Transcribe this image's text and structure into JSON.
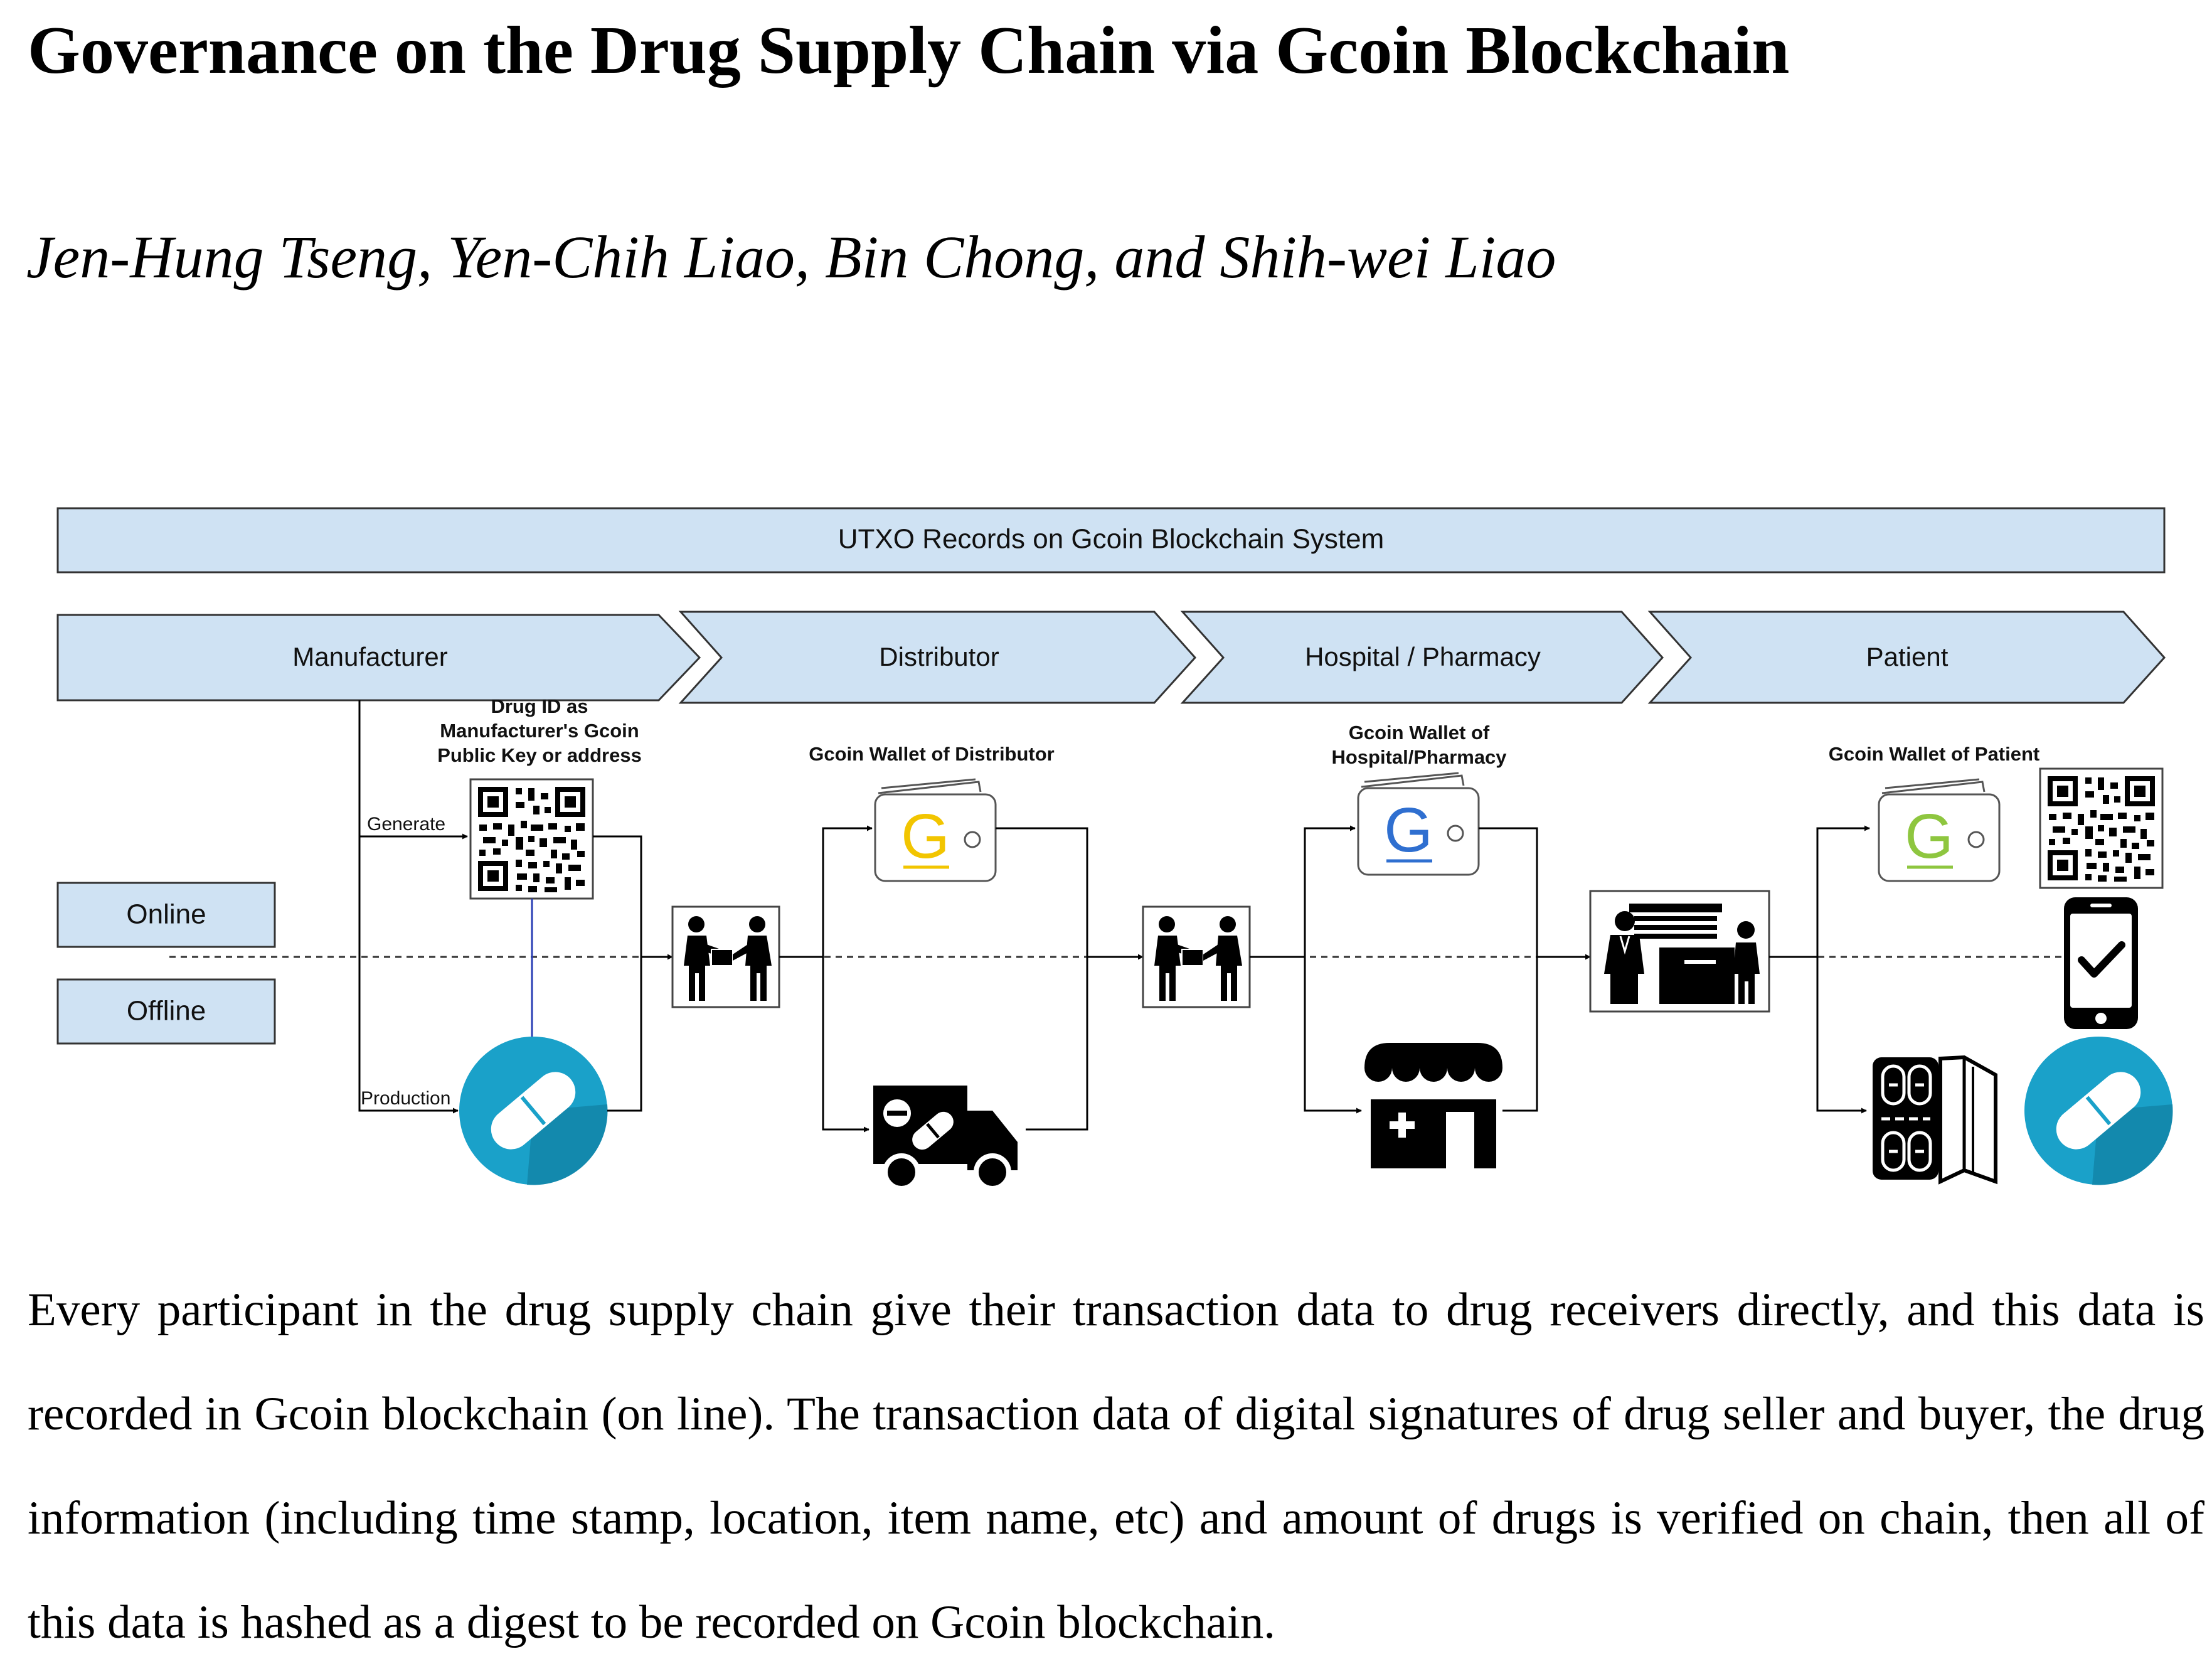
{
  "paper": {
    "title": "Governance on the Drug Supply Chain via Gcoin Blockchain",
    "authors": "Jen-Hung Tseng, Yen-Chih Liao, Bin Chong, and Shih-wei Liao",
    "body": "Every participant in the drug supply chain give their transaction data to drug receivers directly, and this data is recorded in Gcoin blockchain (on line). The transaction data of digital signatures of drug seller and buyer, the drug information (including time stamp, location, item name, etc) and amount of drugs is verified on chain, then all of this data is hashed as a digest to be recorded on Gcoin blockchain."
  },
  "figure": {
    "banner": "UTXO Records on Gcoin Blockchain System",
    "stages": [
      "Manufacturer",
      "Distributor",
      "Hospital / Pharmacy",
      "Patient"
    ],
    "online_label": "Online",
    "offline_label": "Offline",
    "drug_id_lines": [
      "Drug ID as",
      "Manufacturer's Gcoin",
      "Public Key or address"
    ],
    "generate_label": "Generate",
    "production_label": "Production",
    "wallet_distributor": "Gcoin Wallet of Distributor",
    "wallet_hospital_lines": [
      "Gcoin Wallet of",
      "Hospital/Pharmacy"
    ],
    "wallet_patient": "Gcoin Wallet of Patient",
    "wallet_letter": "G",
    "colors": {
      "box_fill": "#cfe2f3",
      "box_stroke": "#333333",
      "pill_blue": "#1aa1c9",
      "g_yellow": "#f2c500",
      "g_green": "#8ec63f",
      "g_blue": "#2f6fd0",
      "qr_link": "#2b3fb5"
    },
    "icons": [
      "qr-code-icon",
      "pill-icon",
      "handover-icon",
      "wallet-icon",
      "delivery-truck-icon",
      "pharmacy-store-icon",
      "pharmacist-counter-icon",
      "smartphone-check-icon",
      "blister-pack-icon"
    ]
  }
}
